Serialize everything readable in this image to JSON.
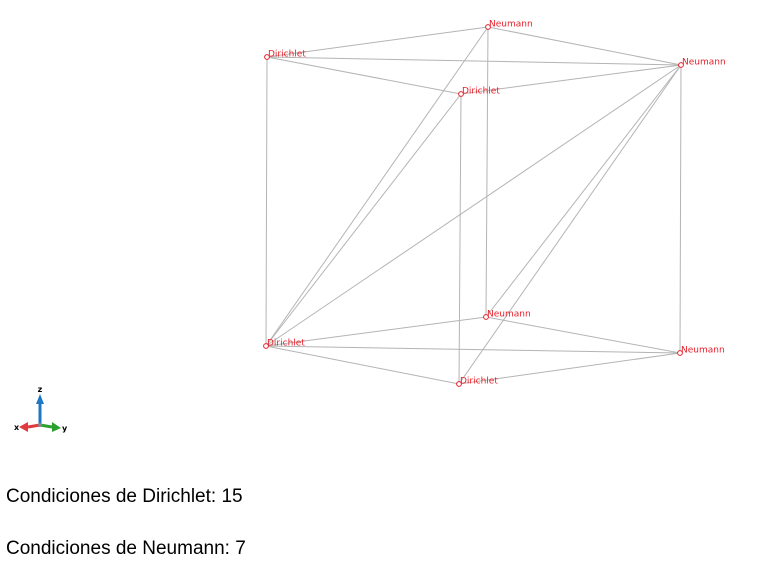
{
  "diagram": {
    "nodes": [
      {
        "id": "n1",
        "label": "Neumann",
        "type": "neumann"
      },
      {
        "id": "n2",
        "label": "Dirichlet",
        "type": "dirichlet"
      },
      {
        "id": "n3",
        "label": "Neumann",
        "type": "neumann"
      },
      {
        "id": "n4",
        "label": "Dirichlet",
        "type": "dirichlet"
      },
      {
        "id": "n5",
        "label": "Neumann",
        "type": "neumann"
      },
      {
        "id": "n6",
        "label": "Dirichlet",
        "type": "dirichlet"
      },
      {
        "id": "n7",
        "label": "Neumann",
        "type": "neumann"
      },
      {
        "id": "n8",
        "label": "Dirichlet",
        "type": "dirichlet"
      }
    ],
    "edges": [
      [
        "n2",
        "n1"
      ],
      [
        "n1",
        "n3"
      ],
      [
        "n3",
        "n4"
      ],
      [
        "n4",
        "n2"
      ],
      [
        "n2",
        "n3"
      ],
      [
        "n2",
        "n6"
      ],
      [
        "n1",
        "n5"
      ],
      [
        "n3",
        "n7"
      ],
      [
        "n4",
        "n8"
      ],
      [
        "n6",
        "n5"
      ],
      [
        "n5",
        "n7"
      ],
      [
        "n7",
        "n8"
      ],
      [
        "n8",
        "n6"
      ],
      [
        "n6",
        "n7"
      ],
      [
        "n6",
        "n1"
      ],
      [
        "n6",
        "n4"
      ],
      [
        "n6",
        "n3"
      ],
      [
        "n5",
        "n3"
      ],
      [
        "n8",
        "n3"
      ]
    ],
    "colors": {
      "edge": "#b4b4b4",
      "node": "#e8202a",
      "axis_x": "#e0393e",
      "axis_y": "#2ca02c",
      "axis_z": "#1f77c4"
    }
  },
  "axes_triad": {
    "x_label": "x",
    "y_label": "y",
    "z_label": "z"
  },
  "summary": {
    "dirichlet_text": "Condiciones de Dirichlet: 15",
    "neumann_text": "Condiciones de Neumann: 7"
  }
}
